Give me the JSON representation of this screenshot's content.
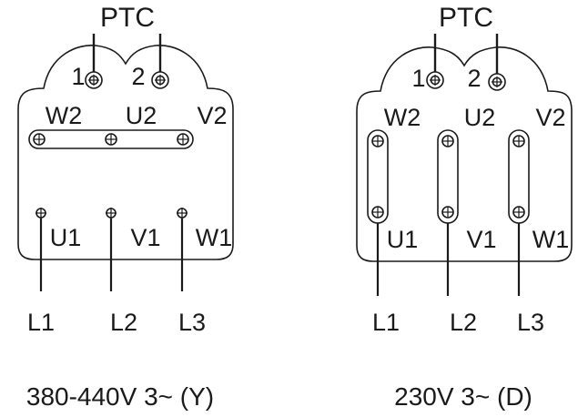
{
  "diagrams": [
    {
      "ptc_label": "PTC",
      "ptc_terminals": [
        "1",
        "2"
      ],
      "top_terminals": [
        "W2",
        "U2",
        "V2"
      ],
      "bottom_terminals": [
        "U1",
        "V1",
        "W1"
      ],
      "lines": [
        "L1",
        "L2",
        "L3"
      ],
      "caption": "380-440V 3~ (Y)"
    },
    {
      "ptc_label": "PTC",
      "ptc_terminals": [
        "1",
        "2"
      ],
      "top_terminals": [
        "W2",
        "U2",
        "V2"
      ],
      "bottom_terminals": [
        "U1",
        "V1",
        "W1"
      ],
      "lines": [
        "L1",
        "L2",
        "L3"
      ],
      "caption": "230V 3~ (D)"
    }
  ]
}
